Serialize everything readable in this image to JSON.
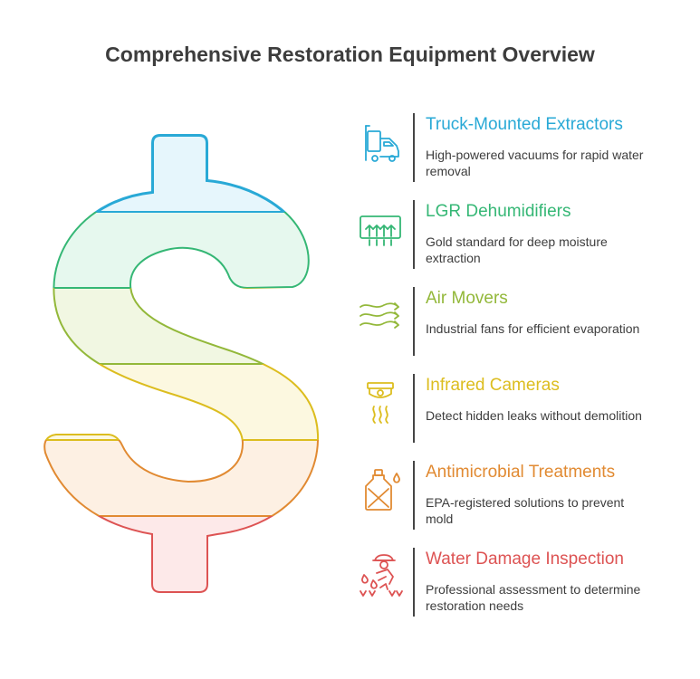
{
  "title": "Comprehensive Restoration Equipment Overview",
  "items": [
    {
      "heading": "Truck-Mounted Extractors",
      "description": "High-powered vacuums for rapid water removal",
      "icon": "truck-icon",
      "color": "#29a9d6"
    },
    {
      "heading": "LGR Dehumidifiers",
      "description": "Gold standard for deep moisture extraction",
      "icon": "dehumidifier-icon",
      "color": "#35b775"
    },
    {
      "heading": "Air Movers",
      "description": "Industrial fans for efficient evaporation",
      "icon": "airflow-icon",
      "color": "#93b83a"
    },
    {
      "heading": "Infrared Cameras",
      "description": "Detect hidden leaks without demolition",
      "icon": "infrared-camera-icon",
      "color": "#dcbd1f"
    },
    {
      "heading": "Antimicrobial Treatments",
      "description": "EPA-registered solutions to prevent mold",
      "icon": "antimicrobial-icon",
      "color": "#e18a32"
    },
    {
      "heading": "Water Damage Inspection",
      "description": "Professional assessment to determine restoration needs",
      "icon": "inspection-icon",
      "color": "#dd5353"
    }
  ]
}
